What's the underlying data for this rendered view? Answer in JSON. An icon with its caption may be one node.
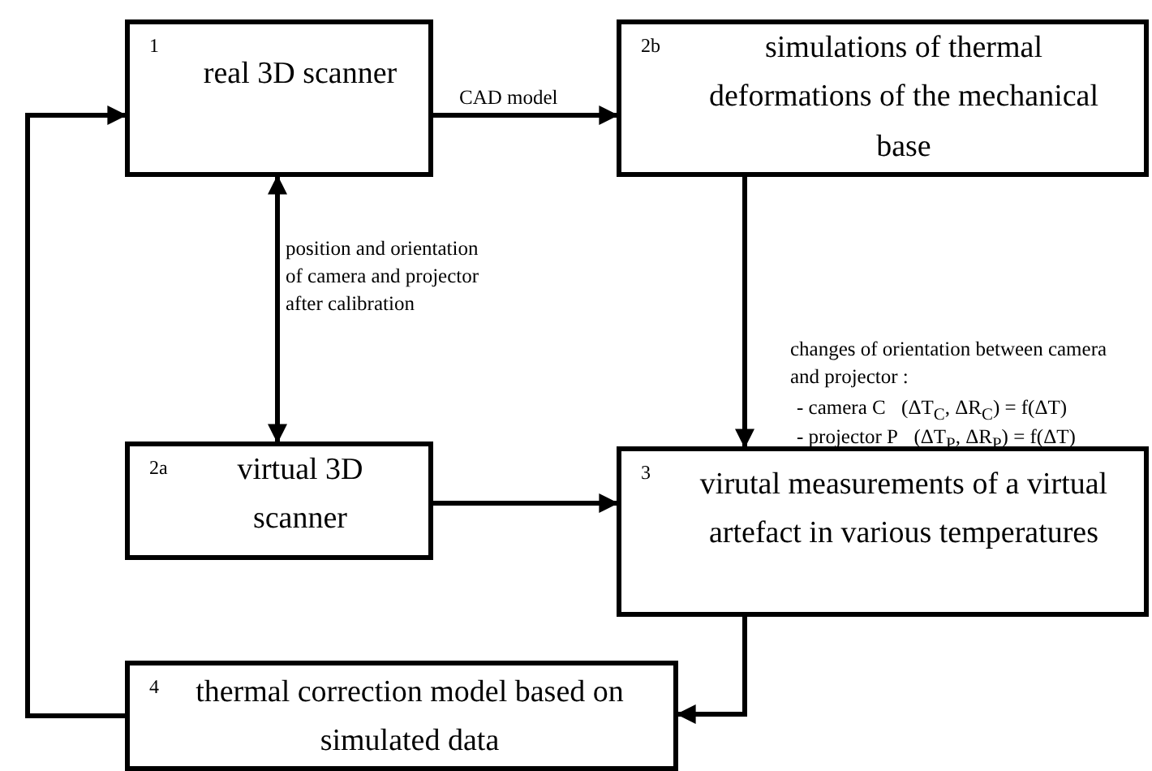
{
  "diagram": {
    "nodes": [
      {
        "text": [
          "1",
          "real 3D scanner"
        ]
      },
      {
        "text": [
          "2b",
          "simulations of thermal deformations of the mechanical base"
        ]
      },
      {
        "text": [
          "2a",
          "virtual 3D scanner"
        ]
      },
      {
        "text": [
          "3",
          "virutal measurements of a virtual artefact in various temperatures"
        ]
      },
      {
        "text": [
          "4",
          "thermal correction model based on simulated data"
        ]
      }
    ],
    "edges": [
      {
        "from": 0,
        "to": 1,
        "arrow": "to",
        "label": "CAD model"
      },
      {
        "from": 0,
        "to": 2,
        "arrow": "both",
        "label": "position and orientation of camera and projector after calibration"
      },
      {
        "from": 1,
        "to": 3,
        "arrow": "to",
        "label": "changes of orientation between camera and projector :"
      },
      {
        "from": 2,
        "to": 3,
        "arrow": "to"
      },
      {
        "from": 3,
        "to": 4,
        "arrow": "to"
      },
      {
        "from": 4,
        "to": 0,
        "arrow": "to"
      }
    ],
    "labels": [
      "- camera C⃗(ΔT$_{C}$, ΔR$_{C}$) = f(ΔT)",
      "- projector P⃗(ΔT$_{P}$, ΔR$_{P}$) = f(ΔT)"
    ]
  }
}
